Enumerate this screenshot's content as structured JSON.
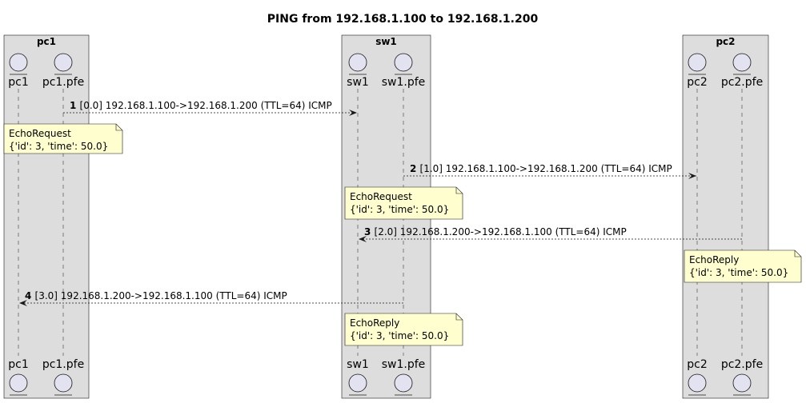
{
  "title": "PING from 192.168.1.100 to 192.168.1.200",
  "colors": {
    "box_fill": "#dddddd",
    "box_stroke": "#181818",
    "actor_fill": "#e2e2f0",
    "actor_stroke": "#181818",
    "lifeline": "#181818",
    "note_fill": "#fefece",
    "note_stroke": "#181818",
    "arrow": "#181818"
  },
  "boxes": [
    {
      "name": "pc1",
      "participants": [
        "pc1",
        "pc1.pfe"
      ]
    },
    {
      "name": "sw1",
      "participants": [
        "sw1",
        "sw1.pfe"
      ]
    },
    {
      "name": "pc2",
      "participants": [
        "pc2",
        "pc2.pfe"
      ]
    }
  ],
  "messages": [
    {
      "num": "1",
      "text": "[0.0] 192.168.1.100->192.168.1.200 (TTL=64) ICMP",
      "from": "pc1.pfe",
      "to": "sw1",
      "style": "dashed",
      "note": {
        "over": "pc1",
        "lines": [
          "EchoRequest",
          "{'id': 3, 'time': 50.0}"
        ]
      }
    },
    {
      "num": "2",
      "text": "[1.0] 192.168.1.100->192.168.1.200 (TTL=64) ICMP",
      "from": "sw1.pfe",
      "to": "pc2",
      "style": "dashed",
      "note": {
        "over": "sw1",
        "lines": [
          "EchoRequest",
          "{'id': 3, 'time': 50.0}"
        ]
      }
    },
    {
      "num": "3",
      "text": "[2.0] 192.168.1.200->192.168.1.100 (TTL=64) ICMP",
      "from": "pc2.pfe",
      "to": "sw1",
      "style": "dashed",
      "note": {
        "over": "pc2",
        "lines": [
          "EchoReply",
          "{'id': 3, 'time': 50.0}"
        ]
      }
    },
    {
      "num": "4",
      "text": "[3.0] 192.168.1.200->192.168.1.100 (TTL=64) ICMP",
      "from": "sw1.pfe",
      "to": "pc1",
      "style": "dashed",
      "note": {
        "over": "sw1",
        "lines": [
          "EchoReply",
          "{'id': 3, 'time': 50.0}"
        ]
      }
    }
  ]
}
